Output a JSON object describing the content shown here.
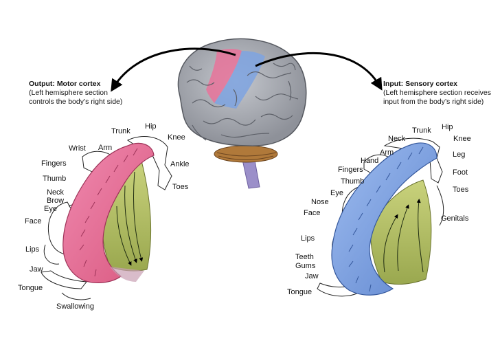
{
  "output_caption": {
    "title": "Output: Motor cortex",
    "line1": "(Left hemisphere section",
    "line2": "controls the body’s right side)"
  },
  "input_caption": {
    "title": "Input: Sensory cortex",
    "line1": "(Left hemisphere section receives",
    "line2": "input from the body’s right side)"
  },
  "motor_labels": {
    "trunk": "Trunk",
    "hip": "Hip",
    "knee": "Knee",
    "wrist": "Wrist",
    "arm": "Arm",
    "ankle": "Ankle",
    "fingers": "Fingers",
    "thumb": "Thumb",
    "toes": "Toes",
    "neck": "Neck",
    "brow": "Brow",
    "eye": "Eye",
    "face": "Face",
    "lips": "Lips",
    "jaw": "Jaw",
    "tongue": "Tongue",
    "swallowing": "Swallowing"
  },
  "sensory_labels": {
    "trunk": "Trunk",
    "hip": "Hip",
    "neck": "Neck",
    "knee": "Knee",
    "arm": "Arm",
    "hand": "Hand",
    "leg": "Leg",
    "fingers": "Fingers",
    "foot": "Foot",
    "thumb": "Thumb",
    "toes": "Toes",
    "eye": "Eye",
    "nose": "Nose",
    "face": "Face",
    "genitals": "Genitals",
    "lips": "Lips",
    "teeth": "Teeth",
    "gums": "Gums",
    "jaw": "Jaw",
    "tongue": "Tongue"
  },
  "colors": {
    "motor_strip": "#e8739a",
    "sensory_strip": "#7ea3e0",
    "white_matter": "#b9c46a",
    "brain_gray": "#a9acb3",
    "brainstem": "#9b8fc9",
    "cerebellum_band": "#b0793a"
  }
}
